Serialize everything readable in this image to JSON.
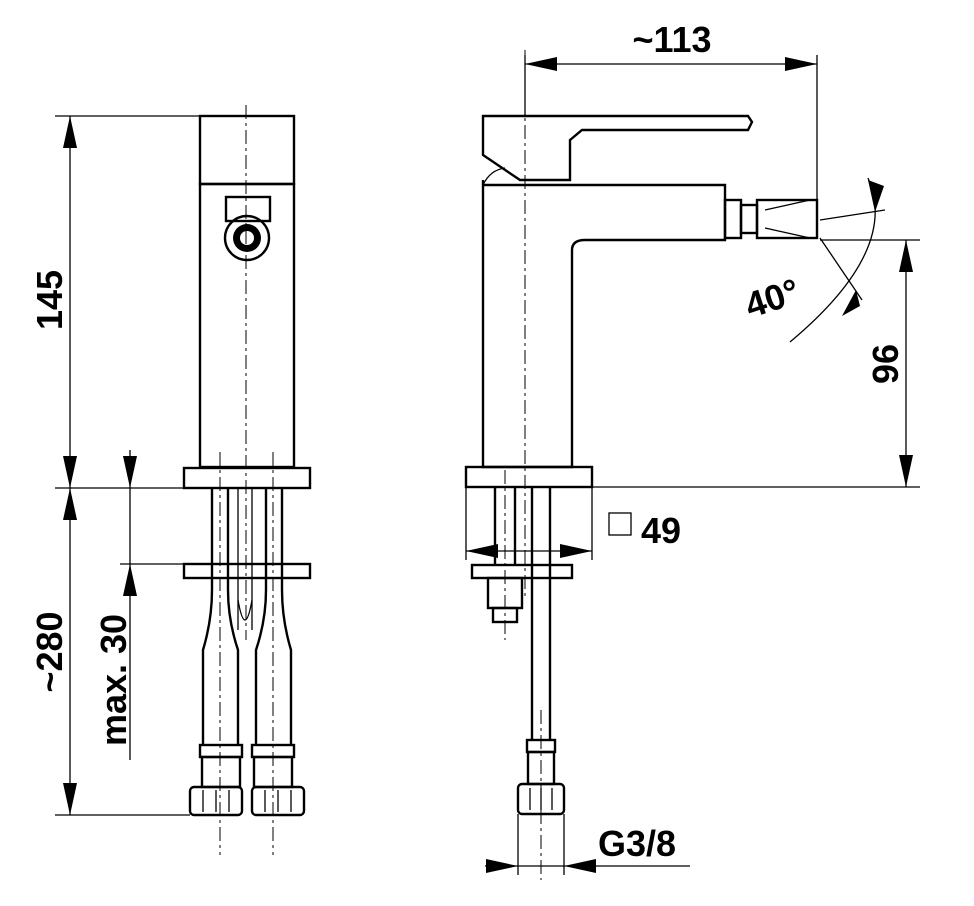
{
  "dimensions": {
    "reach": "~113",
    "total_height": "145",
    "hose_length": "~280",
    "max_deck_thickness": "max. 30",
    "spray_angle": "40°",
    "spout_height": "96",
    "base_size_value": "49",
    "connection_thread": "G3/8"
  }
}
